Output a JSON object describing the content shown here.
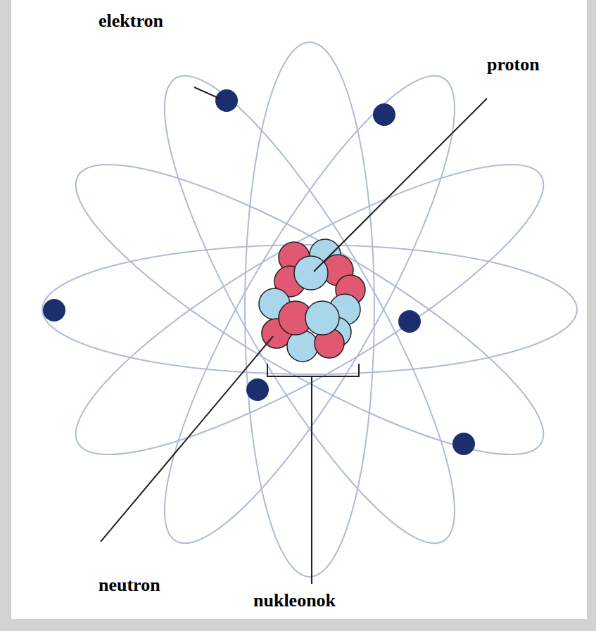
{
  "diagram": {
    "labels": [
      "elektron",
      "proton",
      "neutron",
      "nukleonok"
    ]
  }
}
